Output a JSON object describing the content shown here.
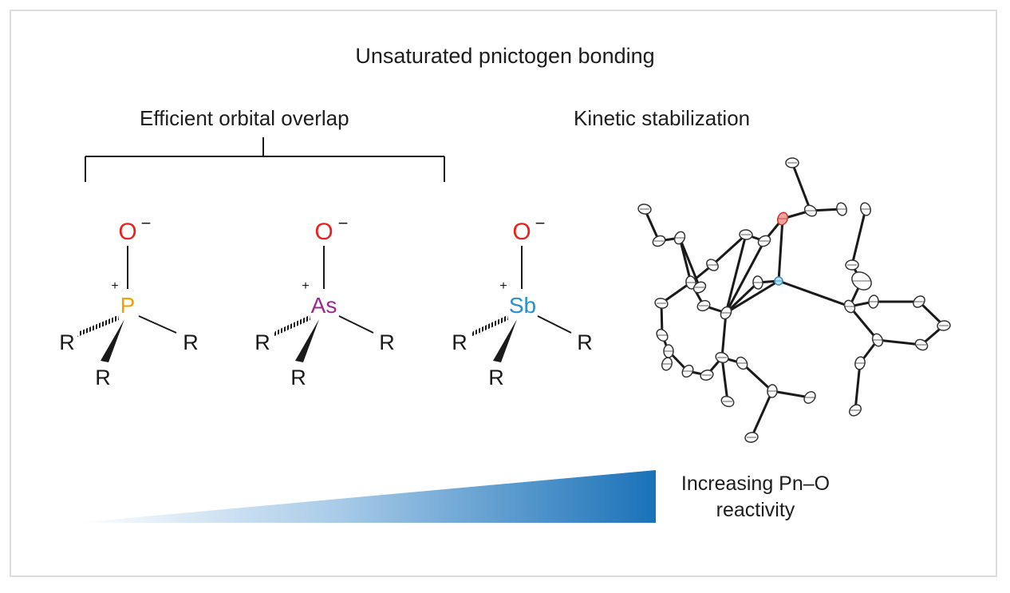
{
  "title": "Unsaturated pnictogen bonding",
  "subtitles": {
    "left": "Efficient orbital overlap",
    "right": "Kinetic stabilization"
  },
  "reactivity_label": "Increasing Pn–O reactivity",
  "molecules": [
    {
      "element": "P",
      "oxygen": "O",
      "charge_neg": "−",
      "charge_pos": "+",
      "r_left": "R",
      "r_right": "R",
      "r_bottom": "R",
      "color": "#f5a000"
    },
    {
      "element": "As",
      "oxygen": "O",
      "charge_neg": "−",
      "charge_pos": "+",
      "r_left": "R",
      "r_right": "R",
      "r_bottom": "R",
      "color": "#9a2a92"
    },
    {
      "element": "Sb",
      "oxygen": "O",
      "charge_neg": "−",
      "charge_pos": "+",
      "r_left": "R",
      "r_right": "R",
      "r_bottom": "R",
      "color": "#2a8fcc"
    }
  ],
  "colors": {
    "oxygen": "#e8221c",
    "bond": "#1a1a1a",
    "gradient_start": "#ffffff",
    "gradient_end": "#1a72b8",
    "frame_border": "#dcdcdc"
  }
}
